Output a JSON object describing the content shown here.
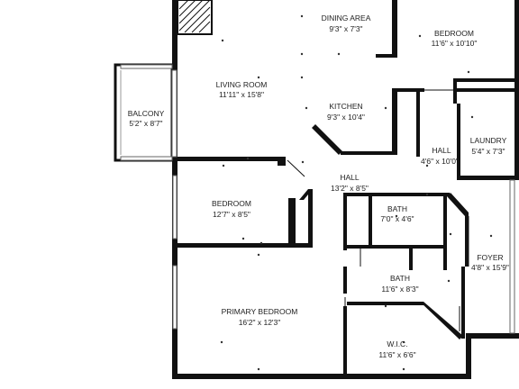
{
  "rooms": {
    "dining": {
      "name": "DINING AREA",
      "dim": "9'3\" x 7'3\""
    },
    "bedroom_top": {
      "name": "BEDROOM",
      "dim": "11'6\" x 10'10\""
    },
    "living": {
      "name": "LIVING ROOM",
      "dim": "11'11\" x 15'8\""
    },
    "balcony": {
      "name": "BALCONY",
      "dim": "5'2\" x 8'7\""
    },
    "kitchen": {
      "name": "KITCHEN",
      "dim": "9'3\" x 10'4\""
    },
    "hall_right": {
      "name": "HALL",
      "dim": "4'6\" x 10'0\""
    },
    "laundry": {
      "name": "LAUNDRY",
      "dim": "5'4\" x 7'3\""
    },
    "hall_center": {
      "name": "HALL",
      "dim": "13'2\" x 8'5\""
    },
    "bedroom_mid": {
      "name": "BEDROOM",
      "dim": "12'7\" x 8'5\""
    },
    "bath_small": {
      "name": "BATH",
      "dim": "7'0\" x 4'6\""
    },
    "foyer": {
      "name": "FOYER",
      "dim": "4'8\" x 15'9\""
    },
    "bath": {
      "name": "BATH",
      "dim": "11'6\" x 8'3\""
    },
    "primary": {
      "name": "PRIMARY BEDROOM",
      "dim": "16'2\" x 12'3\""
    },
    "wic": {
      "name": "W.I.C.",
      "dim": "11'6\" x 6'6\""
    }
  }
}
